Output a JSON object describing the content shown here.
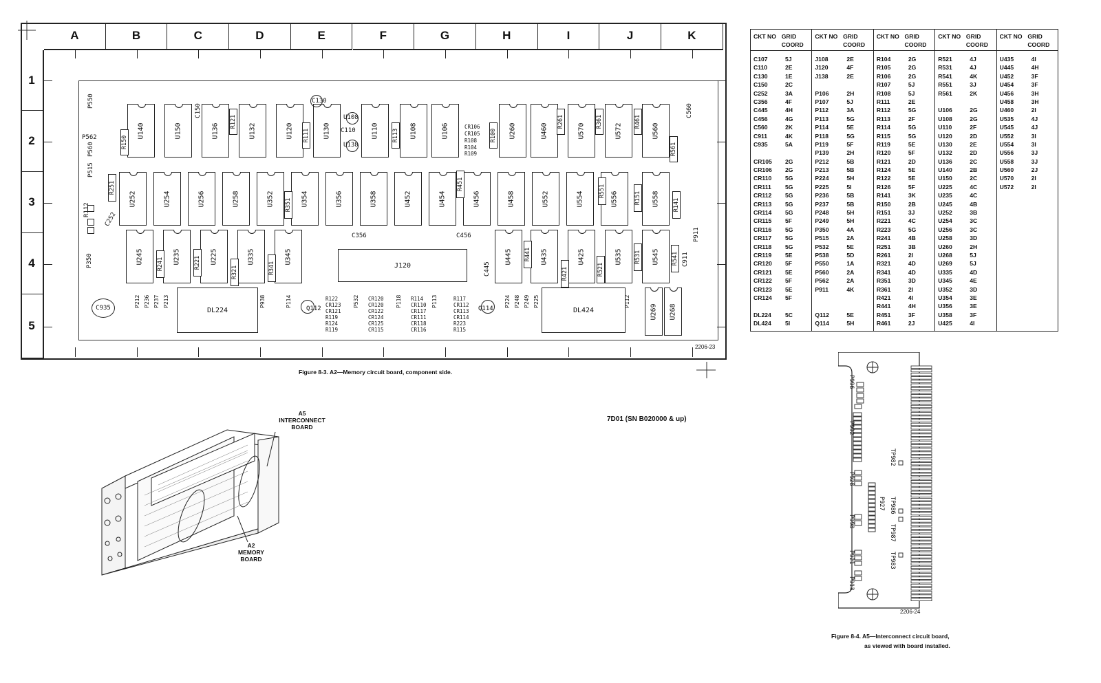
{
  "figure83": {
    "columns": [
      "A",
      "B",
      "C",
      "D",
      "E",
      "F",
      "G",
      "H",
      "I",
      "J",
      "K"
    ],
    "rows": [
      "1",
      "2",
      "3",
      "4",
      "5"
    ],
    "caption": "Figure 8-3.  A2—Memory circuit board, component side.",
    "code": "2206-23",
    "chips_row2": [
      "U140",
      "U150",
      "U136",
      "U132",
      "U120",
      "U130",
      "U110",
      "U108",
      "U106",
      "U260",
      "U460",
      "U570",
      "U572",
      "U560"
    ],
    "resistors_row2": [
      "R150",
      "R121",
      "R111",
      "R113",
      "R100",
      "R261",
      "R361",
      "R461",
      "R561"
    ],
    "caps_row2": [
      "C150",
      "C130",
      "C110",
      "C560"
    ],
    "transistors_row2": [
      "U108",
      "U138"
    ],
    "row2_misc": {
      "p562": "P562",
      "p550": "P550",
      "p560": "P560",
      "p515": "P515",
      "r106": "CR106",
      "r105": "CR105",
      "r108": "R108",
      "r104": "R104",
      "r109": "R109"
    },
    "chips_row3": [
      "U252",
      "U254",
      "U256",
      "U258",
      "U352",
      "U354",
      "U356",
      "U358",
      "U452",
      "U454",
      "U456",
      "U458",
      "U552",
      "U554",
      "U556",
      "U558"
    ],
    "resistors_row3": [
      "R251",
      "R351",
      "R451",
      "R551",
      "R151",
      "R141"
    ],
    "row3_misc": {
      "r112": "R112",
      "c252": "C252"
    },
    "chips_row4": [
      "U245",
      "U235",
      "U225",
      "U335",
      "U345",
      "U445",
      "U435",
      "U425",
      "U535",
      "U545"
    ],
    "resistors_row4": [
      "R241",
      "R221",
      "R321",
      "R341",
      "R441",
      "R421",
      "R521",
      "R531",
      "R541"
    ],
    "row4_misc": {
      "c356": "C356",
      "c456": "C456",
      "p350": "P350",
      "j120": "J120",
      "c445": "C445",
      "c911": "C911",
      "p911": "P911"
    },
    "chips_row5": [
      "U269",
      "U268"
    ],
    "row5_misc": {
      "c935": "C935",
      "dl224": "DL224",
      "dl424": "DL424",
      "p938": "P938",
      "p114": "P114",
      "q112": "Q112",
      "q114": "Q114",
      "p532": "P532",
      "p118": "P118",
      "p113": "P113",
      "p212": "P212",
      "p236": "P236",
      "p237": "P237",
      "p213": "P213",
      "p224": "P224",
      "p248": "P248",
      "p249": "P249",
      "p225": "P225",
      "p112": "P112"
    },
    "row5_small_left": [
      "R122",
      "CR123",
      "CR121",
      "R119",
      "R124",
      "R119"
    ],
    "row5_small_mid": [
      "CR120",
      "CR120",
      "CR122",
      "CR124",
      "CR125",
      "CR115"
    ],
    "row5_small_right": [
      "R114",
      "CR110",
      "CR117",
      "CR111",
      "CR118",
      "CR116"
    ],
    "row5_small_far": [
      "R117",
      "CR112",
      "CR113",
      "CR114",
      "R223",
      "R115"
    ]
  },
  "ref_table": {
    "header": {
      "ckt_no": "CKT NO",
      "grid_coord": "GRID COORD"
    },
    "columns": [
      [
        [
          "C107",
          "5J"
        ],
        [
          "C110",
          "2E"
        ],
        [
          "C130",
          "1E"
        ],
        [
          "C150",
          "2C"
        ],
        [
          "C252",
          "3A"
        ],
        [
          "C356",
          "4F"
        ],
        [
          "C445",
          "4H"
        ],
        [
          "C456",
          "4G"
        ],
        [
          "C560",
          "2K"
        ],
        [
          "C911",
          "4K"
        ],
        [
          "C935",
          "5A"
        ],
        [
          "",
          ""
        ],
        [
          "CR105",
          "2G"
        ],
        [
          "CR106",
          "2G"
        ],
        [
          "CR110",
          "5G"
        ],
        [
          "CR111",
          "5G"
        ],
        [
          "CR112",
          "5G"
        ],
        [
          "CR113",
          "5G"
        ],
        [
          "CR114",
          "5G"
        ],
        [
          "CR115",
          "5F"
        ],
        [
          "CR116",
          "5G"
        ],
        [
          "CR117",
          "5G"
        ],
        [
          "CR118",
          "5G"
        ],
        [
          "CR119",
          "5E"
        ],
        [
          "CR120",
          "5F"
        ],
        [
          "CR121",
          "5E"
        ],
        [
          "CR122",
          "5F"
        ],
        [
          "CR123",
          "5E"
        ],
        [
          "CR124",
          "5F"
        ],
        [
          "",
          ""
        ],
        [
          "DL224",
          "5C"
        ],
        [
          "DL424",
          "5I"
        ]
      ],
      [
        [
          "J108",
          "2E"
        ],
        [
          "J120",
          "4F"
        ],
        [
          "J138",
          "2E"
        ],
        [
          "",
          ""
        ],
        [
          "P106",
          "2H"
        ],
        [
          "P107",
          "5J"
        ],
        [
          "P112",
          "3A"
        ],
        [
          "P113",
          "5G"
        ],
        [
          "P114",
          "5E"
        ],
        [
          "P118",
          "5G"
        ],
        [
          "P119",
          "5F"
        ],
        [
          "P139",
          "2H"
        ],
        [
          "P212",
          "5B"
        ],
        [
          "P213",
          "5B"
        ],
        [
          "P224",
          "5H"
        ],
        [
          "P225",
          "5I"
        ],
        [
          "P236",
          "5B"
        ],
        [
          "P237",
          "5B"
        ],
        [
          "P248",
          "5H"
        ],
        [
          "P249",
          "5H"
        ],
        [
          "P350",
          "4A"
        ],
        [
          "P515",
          "2A"
        ],
        [
          "P532",
          "5E"
        ],
        [
          "P538",
          "5D"
        ],
        [
          "P550",
          "1A"
        ],
        [
          "P560",
          "2A"
        ],
        [
          "P562",
          "2A"
        ],
        [
          "P911",
          "4K"
        ],
        [
          "",
          ""
        ],
        [
          "",
          ""
        ],
        [
          "Q112",
          "5E"
        ],
        [
          "Q114",
          "5H"
        ]
      ],
      [
        [
          "R104",
          "2G"
        ],
        [
          "R105",
          "2G"
        ],
        [
          "R106",
          "2G"
        ],
        [
          "R107",
          "5J"
        ],
        [
          "R108",
          "5J"
        ],
        [
          "R111",
          "2E"
        ],
        [
          "R112",
          "5G"
        ],
        [
          "R113",
          "2F"
        ],
        [
          "R114",
          "5G"
        ],
        [
          "R115",
          "5G"
        ],
        [
          "R119",
          "5E"
        ],
        [
          "R120",
          "5F"
        ],
        [
          "R121",
          "2D"
        ],
        [
          "R124",
          "5E"
        ],
        [
          "R122",
          "5E"
        ],
        [
          "R126",
          "5F"
        ],
        [
          "R141",
          "3K"
        ],
        [
          "R150",
          "2B"
        ],
        [
          "R151",
          "3J"
        ],
        [
          "R221",
          "4C"
        ],
        [
          "R223",
          "5G"
        ],
        [
          "R241",
          "4B"
        ],
        [
          "R251",
          "3B"
        ],
        [
          "R261",
          "2I"
        ],
        [
          "R321",
          "4D"
        ],
        [
          "R341",
          "4D"
        ],
        [
          "R351",
          "3D"
        ],
        [
          "R361",
          "2I"
        ],
        [
          "R421",
          "4I"
        ],
        [
          "R441",
          "4H"
        ],
        [
          "R451",
          "3F"
        ],
        [
          "R461",
          "2J"
        ]
      ],
      [
        [
          "R521",
          "4J"
        ],
        [
          "R531",
          "4J"
        ],
        [
          "R541",
          "4K"
        ],
        [
          "R551",
          "3J"
        ],
        [
          "R561",
          "2K"
        ],
        [
          "",
          ""
        ],
        [
          "U106",
          "2G"
        ],
        [
          "U108",
          "2G"
        ],
        [
          "U110",
          "2F"
        ],
        [
          "U120",
          "2D"
        ],
        [
          "U130",
          "2E"
        ],
        [
          "U132",
          "2D"
        ],
        [
          "U136",
          "2C"
        ],
        [
          "U140",
          "2B"
        ],
        [
          "U150",
          "2C"
        ],
        [
          "U225",
          "4C"
        ],
        [
          "U235",
          "4C"
        ],
        [
          "U245",
          "4B"
        ],
        [
          "U252",
          "3B"
        ],
        [
          "U254",
          "3C"
        ],
        [
          "U256",
          "3C"
        ],
        [
          "U258",
          "3D"
        ],
        [
          "U260",
          "2H"
        ],
        [
          "U268",
          "5J"
        ],
        [
          "U269",
          "5J"
        ],
        [
          "U335",
          "4D"
        ],
        [
          "U345",
          "4E"
        ],
        [
          "U352",
          "3D"
        ],
        [
          "U354",
          "3E"
        ],
        [
          "U356",
          "3E"
        ],
        [
          "U358",
          "3F"
        ],
        [
          "U425",
          "4I"
        ]
      ],
      [
        [
          "U435",
          "4I"
        ],
        [
          "U445",
          "4H"
        ],
        [
          "U452",
          "3F"
        ],
        [
          "U454",
          "3F"
        ],
        [
          "U456",
          "3H"
        ],
        [
          "U458",
          "3H"
        ],
        [
          "U460",
          "2I"
        ],
        [
          "U535",
          "4J"
        ],
        [
          "U545",
          "4J"
        ],
        [
          "U552",
          "3I"
        ],
        [
          "U554",
          "3I"
        ],
        [
          "U556",
          "3J"
        ],
        [
          "U558",
          "3J"
        ],
        [
          "U560",
          "2J"
        ],
        [
          "U570",
          "2I"
        ],
        [
          "U572",
          "2I"
        ]
      ]
    ]
  },
  "series_note": "7D01 (SN B020000 & up)",
  "assembly": {
    "a5_label_1": "A5",
    "a5_label_2": "INTERCONNECT",
    "a5_label_3": "BOARD",
    "a2_label_1": "A2",
    "a2_label_2": "MEMORY",
    "a2_label_3": "BOARD"
  },
  "figure84": {
    "caption_1": "Figure 8-4.  A5—Interconnect circuit board,",
    "caption_2": "as viewed with board installed.",
    "code": "2206-24",
    "connectors": [
      "P996",
      "P992",
      "P928",
      "P927",
      "P998",
      "P921",
      "P913"
    ],
    "testpoints": [
      "TP982",
      "TP986",
      "TP987",
      "TP983"
    ]
  }
}
